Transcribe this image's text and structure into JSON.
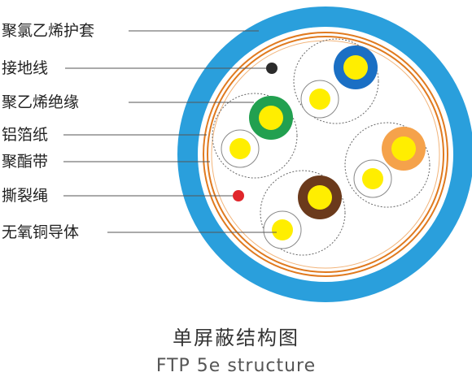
{
  "labels": {
    "jacket": "聚氯乙烯护套",
    "drain_wire": "接地线",
    "insulation": "聚乙烯绝缘",
    "foil": "铝箔纸",
    "polyester_tape": "聚酯带",
    "ripcord": "撕裂绳",
    "conductor": "无氧铜导体"
  },
  "caption": {
    "chinese": "单屏蔽结构图",
    "english": "FTP 5e structure"
  },
  "colors": {
    "jacket": "#2a9fdc",
    "inner": "#ffffff",
    "tape_orange": "#e07a1f",
    "drain_wire": "#2b2b2b",
    "ripcord": "#e0262b",
    "conductor": "#ffee00",
    "pair_blue": "#1a6fc4",
    "pair_green": "#22a050",
    "pair_orange": "#f5a24b",
    "pair_brown": "#6b3a1c",
    "leader": "#555555"
  }
}
